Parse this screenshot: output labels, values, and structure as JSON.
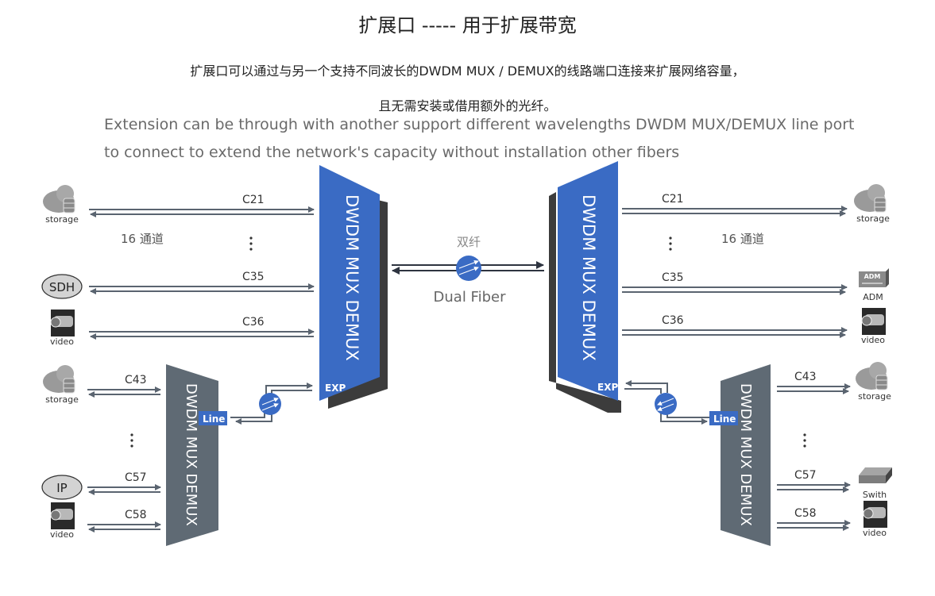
{
  "header": {
    "title": "扩展口 ----- 用于扩展带宽",
    "cn_line1": "扩展口可以通过与另一个支持不同波长的DWDM MUX / DEMUX的线路端口连接来扩展网络容量，",
    "cn_line2": "且无需安装或借用额外的光纤。",
    "en_line1": "Extension can be through with another support different wavelengths DWDM MUX/DEMUX line port",
    "en_line2": "to connect to extend the network's capacity without installation other fibers"
  },
  "colors": {
    "blue": "#3a6bc4",
    "gray_mux": "#5f6a74",
    "shadow": "#3c3c3c",
    "arrow": "#5a6470",
    "fiber": "#2e3440"
  },
  "mux_label": "DWDM MUX DEMUX",
  "exp_label": "EXP",
  "line_label": "Line",
  "channel_count_label": "16 通道",
  "fiber": {
    "cn": "双纤",
    "en": "Dual Fiber"
  },
  "left_upper": [
    {
      "channel": "C21",
      "device": "storage",
      "icon": "storage-cloud-icon"
    },
    {
      "channel": "C35",
      "device": "SDH",
      "icon": "sdh-cloud-icon"
    },
    {
      "channel": "C36",
      "device": "video",
      "icon": "video-camera-icon"
    }
  ],
  "left_lower": [
    {
      "channel": "C43",
      "device": "storage",
      "icon": "storage-cloud-icon"
    },
    {
      "channel": "C57",
      "device": "IP",
      "icon": "ip-cloud-icon"
    },
    {
      "channel": "C58",
      "device": "video",
      "icon": "video-camera-icon"
    }
  ],
  "right_upper": [
    {
      "channel": "C21",
      "device": "storage",
      "icon": "storage-cloud-icon"
    },
    {
      "channel": "C35",
      "device": "ADM",
      "icon": "adm-icon"
    },
    {
      "channel": "C36",
      "device": "video",
      "icon": "video-camera-icon"
    }
  ],
  "right_lower": [
    {
      "channel": "C43",
      "device": "storage",
      "icon": "storage-cloud-icon"
    },
    {
      "channel": "C57",
      "device": "Swith",
      "icon": "switch-icon"
    },
    {
      "channel": "C58",
      "device": "video",
      "icon": "video-camera-icon"
    }
  ]
}
